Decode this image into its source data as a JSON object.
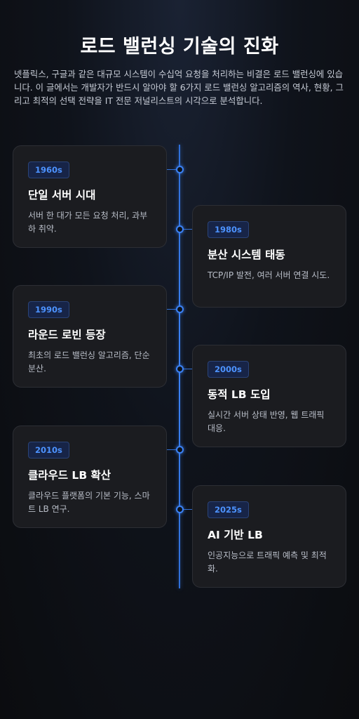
{
  "page": {
    "title": "로드 밸런싱 기술의 진화",
    "intro": "넷플릭스, 구글과 같은 대규모 시스템이 수십억 요청을 처리하는 비결은 로드 밸런싱에 있습니다. 이 글에서는 개발자가 반드시 알아야 할 6가지 로드 밸런싱 알고리즘의 역사, 현황, 그리고 최적의 선택 전략을 IT 전문 저널리스트의 시각으로 분석합니다."
  },
  "timeline": [
    {
      "year": "1960s",
      "title": "단일 서버 시대",
      "desc": "서버 한 대가 모든 요청 처리, 과부하 취약."
    },
    {
      "year": "1980s",
      "title": "분산 시스템 태동",
      "desc": "TCP/IP 발전, 여러 서버 연결 시도."
    },
    {
      "year": "1990s",
      "title": "라운드 로빈 등장",
      "desc": "최초의 로드 밸런싱 알고리즘, 단순 분산."
    },
    {
      "year": "2000s",
      "title": "동적 LB 도입",
      "desc": "실시간 서버 상태 반영, 웹 트래픽 대응."
    },
    {
      "year": "2010s",
      "title": "클라우드 LB 확산",
      "desc": "클라우드 플랫폼의 기본 기능, 스마트 LB 연구."
    },
    {
      "year": "2025s",
      "title": "AI 기반 LB",
      "desc": "인공지능으로 트래픽 예측 및 최적화."
    }
  ],
  "colors": {
    "accent": "#3b82f6",
    "background": "#0f131b",
    "card": "#1b1c20"
  }
}
